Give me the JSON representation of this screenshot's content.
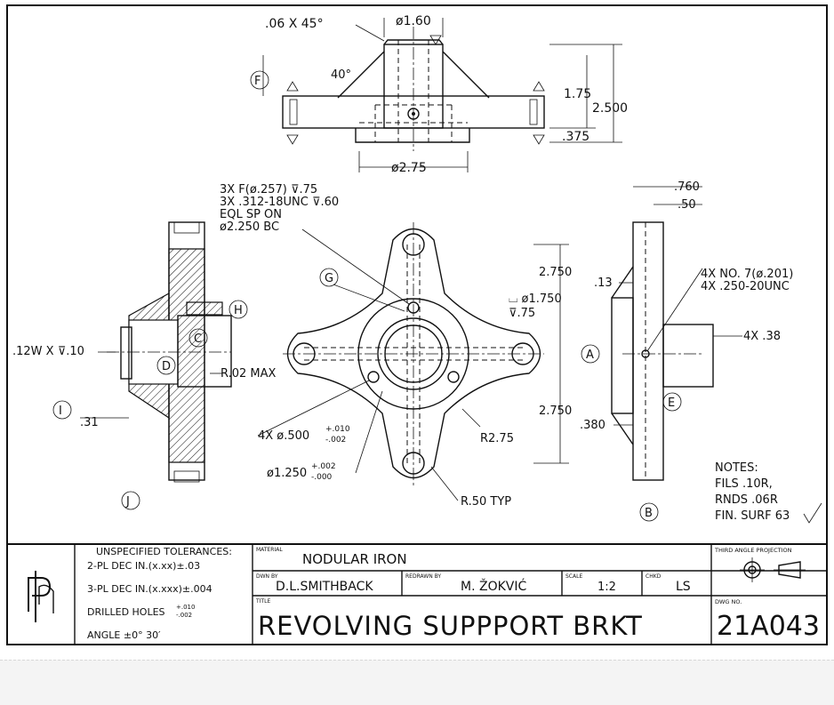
{
  "top_view": {
    "chamfer": ".06 X 45°",
    "hub_dia": "ø1.60",
    "angle": "40°",
    "ht_175": "1.75",
    "ht_2500": "2.500",
    "ht_375": ".375",
    "base_dia": "ø2.75",
    "bubble_f": "F"
  },
  "left_view": {
    "groove": ".12W X",
    "groove_depth": ".10",
    "dim_31": ".31",
    "radius_note": "R.02 MAX",
    "bubble_c": "C",
    "bubble_d": "D",
    "bubble_h": "H",
    "bubble_i": "I",
    "bubble_j": "J"
  },
  "front_view": {
    "note_line1": "3X F(ø.257)",
    "note_line1_depth": ".75",
    "note_line2": "3X .312-18UNC",
    "note_line2_depth": ".60",
    "note_line3": "EQL SP ON",
    "note_line4": "ø2.250 BC",
    "bubble_g": "G",
    "cbore": "ø1.750",
    "cbore_depth": ".75",
    "dim_2750_top": "2.750",
    "dim_2750_bot": "2.750",
    "r275": "R2.75",
    "holes4x": "4X  ø.500",
    "holes4x_tol_up": "+.010",
    "holes4x_tol_dn": "-.002",
    "bore": "ø1.250",
    "bore_tol_up": "+.002",
    "bore_tol_dn": "-.000",
    "r50": "R.50 TYP"
  },
  "right_view": {
    "dim_760": ".760",
    "dim_50": ".50",
    "dim_13": ".13",
    "dim_380": ".380",
    "note4x_a": "4X  NO. 7(ø.201)",
    "note4x_b": "4X  .250-20UNC",
    "note4x_38": "4X  .38",
    "bubble_a": "A",
    "bubble_b": "B",
    "bubble_e": "E"
  },
  "notes": {
    "title": "NOTES:",
    "line1": "FILS .10R,",
    "line2": "RNDS .06R",
    "line3": "FIN. SURF 63"
  },
  "title_block": {
    "tol_header": "UNSPECIFIED TOLERANCES:",
    "tol_2pl": "2-PL DEC IN.(x.xx)±.03",
    "tol_3pl": "3-PL DEC IN.(x.xxx)±.004",
    "tol_drill": "DRILLED HOLES",
    "tol_drill_up": "+.010",
    "tol_drill_dn": "-.002",
    "tol_angle": "ANGLE ±0° 30′",
    "material_label": "MATERIAL",
    "material": "NODULAR IRON",
    "dwn_label": "DWN BY",
    "dwn": "D.L.SMITHBACK",
    "redrawn_label": "REDRAWN BY",
    "redrawn": "M. ŽOKVIĆ",
    "scale_label": "SCALE",
    "scale": "1:2",
    "chkd_label": "CHKD",
    "chkd": "LS",
    "title_label": "TITLE",
    "title": "REVOLVING SUPPPORT BRKT",
    "projection": "THIRD ANGLE PROJECTION",
    "dwg_label": "DWG NO.",
    "dwg": "21A043"
  }
}
